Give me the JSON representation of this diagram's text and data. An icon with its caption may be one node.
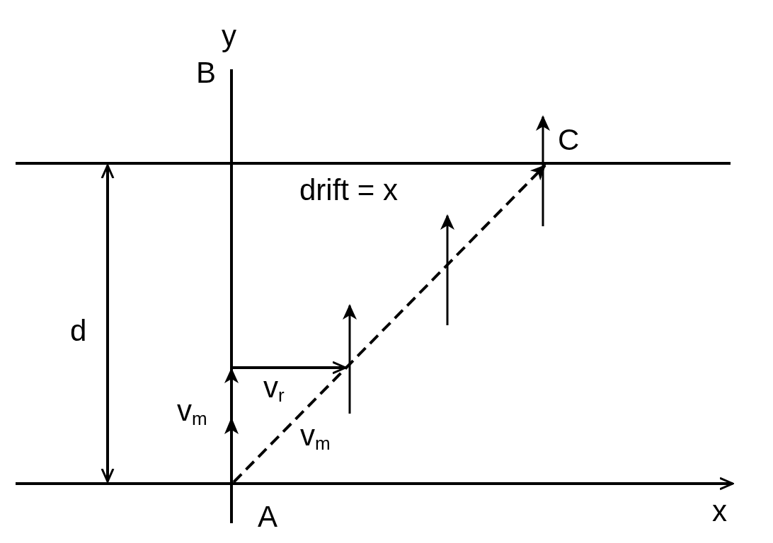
{
  "diagram": {
    "labels": [
      "y",
      "B",
      "C",
      "drift = x",
      "d",
      "v$_{r}$",
      "v$_{m}$",
      "v$_{m}$",
      "A",
      "x"
    ]
  }
}
